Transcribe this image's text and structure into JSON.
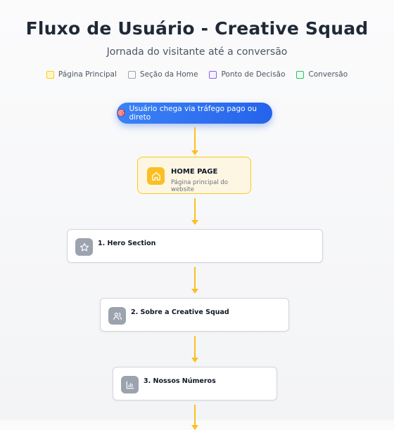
{
  "header": {
    "title": "Fluxo de Usuário - Creative Squad",
    "subtitle": "Jornada do visitante até a conversão"
  },
  "legend": [
    {
      "label": "Página Principal",
      "color": "#facc15"
    },
    {
      "label": "Seção da Home",
      "color": "#9ca3af"
    },
    {
      "label": "Ponto de Decisão",
      "color": "#8b5cf6"
    },
    {
      "label": "Conversão",
      "color": "#22c55e"
    }
  ],
  "flow": {
    "start": {
      "icon": "target-icon",
      "label": "Usuário chega via tráfego pago ou direto"
    },
    "home": {
      "icon": "home-icon",
      "title": "HOME PAGE",
      "subtitle": "Página principal do website"
    },
    "sections": [
      {
        "icon": "star-icon",
        "label": "1. Hero Section"
      },
      {
        "icon": "users-icon",
        "label": "2. Sobre a Creative Squad"
      },
      {
        "icon": "bar-chart-icon",
        "label": "3. Nossos Números"
      }
    ]
  }
}
